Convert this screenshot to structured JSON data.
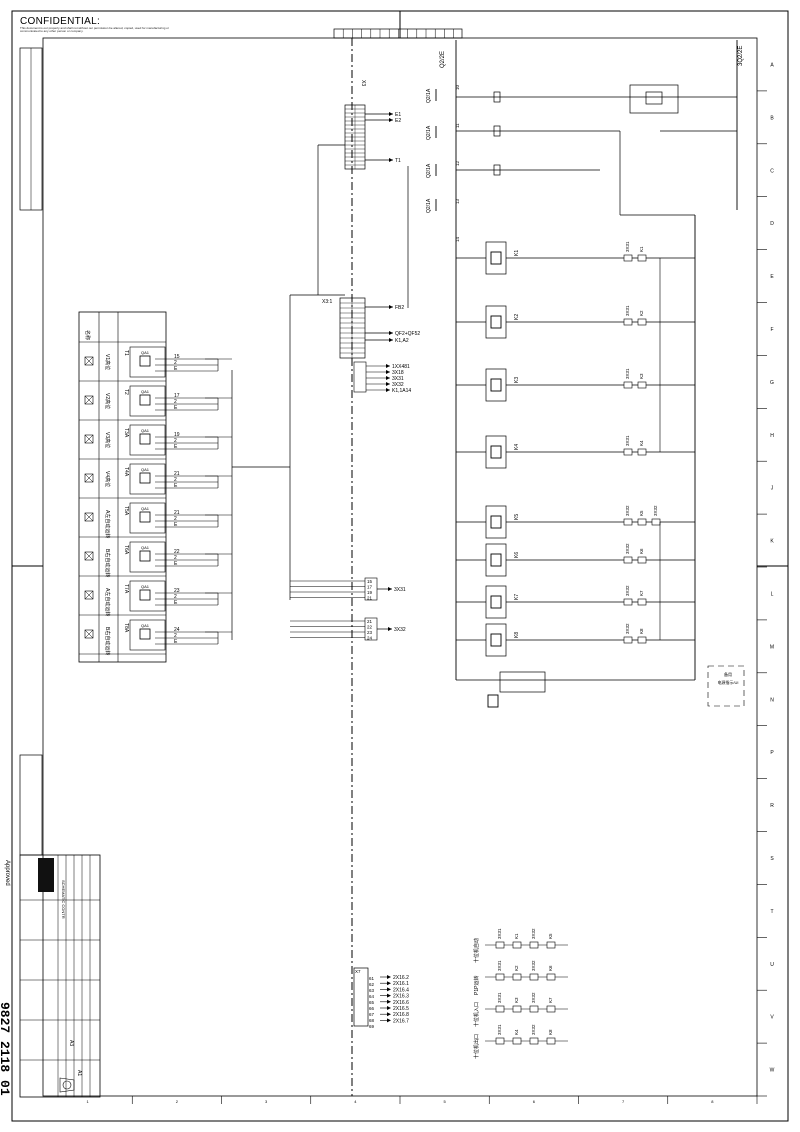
{
  "header": {
    "confidential": "CONFIDENTIAL:",
    "confidential_note": "This document is our property and shall not without our permission be altered, copied, used for manufacturing or communicated to any other person or company."
  },
  "title_block": {
    "drawing_number": "9827 2118 01",
    "approved_label": "Approved",
    "sheet_title": "SCHEMATIC CONTR",
    "format": "A3",
    "revision": "A1"
  },
  "relays": [
    {
      "tag": "T1",
      "label": "V1高位",
      "terminals": [
        "15",
        "2",
        "E"
      ]
    },
    {
      "tag": "T2",
      "label": "V2高位",
      "terminals": [
        "17",
        "2",
        "E"
      ]
    },
    {
      "tag": "T3A",
      "label": "V3高位",
      "terminals": [
        "19",
        "2",
        "E"
      ]
    },
    {
      "tag": "T4A",
      "label": "V4高位",
      "terminals": [
        "21",
        "2",
        "E"
      ]
    },
    {
      "tag": "T5A",
      "label": "A左自动运转",
      "terminals": [
        "21",
        "2",
        "E"
      ]
    },
    {
      "tag": "T6A",
      "label": "B右自动运转",
      "terminals": [
        "22",
        "2",
        "E"
      ]
    },
    {
      "tag": "T7A",
      "label": "A左自动运转",
      "terminals": [
        "23",
        "2",
        "E"
      ]
    },
    {
      "tag": "T8A",
      "label": "B右自动运转",
      "terminals": [
        "24",
        "2",
        "E"
      ]
    }
  ],
  "relay_column_header": "名称",
  "relay_coil_label": "QA1",
  "connector_x1": {
    "tag": "X3",
    "outputs": [
      "E1",
      "E2",
      "T1"
    ]
  },
  "connector_x2": {
    "tag": "X3:1",
    "outputs": [
      "FB2",
      "QF2+QF52",
      "K1,A2"
    ],
    "sub_outputs": [
      "1XX481",
      "3X18",
      "3X31",
      "3X32",
      "K1,1A14"
    ]
  },
  "bus_terminals_a": {
    "pins": [
      "15",
      "17",
      "19",
      "21"
    ],
    "target": "3X31"
  },
  "bus_terminals_b": {
    "pins": [
      "21",
      "22",
      "23",
      "24"
    ],
    "target": "3X32"
  },
  "bottom_connector": {
    "tag": "X7",
    "pins": [
      "61",
      "62",
      "63",
      "64",
      "65",
      "66",
      "67",
      "68",
      "69"
    ],
    "outputs": [
      "2X16.2",
      "2X16.1",
      "2X16.4",
      "2X16.3",
      "2X16.6",
      "2X16.5",
      "2X16.8",
      "2X16.7"
    ]
  },
  "power": {
    "left_rail": "Q2/2E",
    "right_rail": "3Q2/2E",
    "breakers": [
      "Q2/1A",
      "Q2/1A",
      "Q2/1A",
      "Q2/1A"
    ],
    "rail_nodes": [
      "10",
      "11",
      "12",
      "13",
      "14"
    ]
  },
  "ladder_rungs": [
    {
      "coil": "K1",
      "contacts": [
        "3X31",
        "K1"
      ]
    },
    {
      "coil": "K2",
      "contacts": [
        "3X31",
        "K2"
      ]
    },
    {
      "coil": "K3",
      "contacts": [
        "3X31",
        "K3"
      ]
    },
    {
      "coil": "K4",
      "contacts": [
        "3X31",
        "K4"
      ]
    },
    {
      "coil": "K5",
      "contacts": [
        "3X32",
        "K5",
        "3X32"
      ]
    },
    {
      "coil": "K6",
      "contacts": [
        "3X32",
        "K6"
      ]
    },
    {
      "coil": "K7",
      "contacts": [
        "3X32",
        "K7"
      ]
    },
    {
      "coil": "K8",
      "contacts": [
        "3X32",
        "K8"
      ]
    }
  ],
  "right_note": [
    "备用",
    "电源指示/UI"
  ],
  "legend_rows": [
    {
      "label": "十位机自动",
      "items": [
        "3X31",
        "K1",
        "3X32",
        "K5"
      ]
    },
    {
      "label": "P1P运转",
      "items": [
        "3X31",
        "K2",
        "3X32",
        "K6"
      ]
    },
    {
      "label": "十位机入口",
      "items": [
        "3X31",
        "K3",
        "3X32",
        "K7"
      ]
    },
    {
      "label": "十位机出口",
      "items": [
        "3X31",
        "K4",
        "3X32",
        "K8"
      ]
    }
  ],
  "zone_numbers": [
    "1",
    "2",
    "3",
    "4",
    "5",
    "6",
    "7",
    "8"
  ],
  "row_letters": [
    "A",
    "B",
    "C",
    "D",
    "E",
    "F",
    "G",
    "H",
    "J",
    "K",
    "L",
    "M",
    "N",
    "P",
    "R",
    "S",
    "T",
    "U",
    "V",
    "W"
  ]
}
